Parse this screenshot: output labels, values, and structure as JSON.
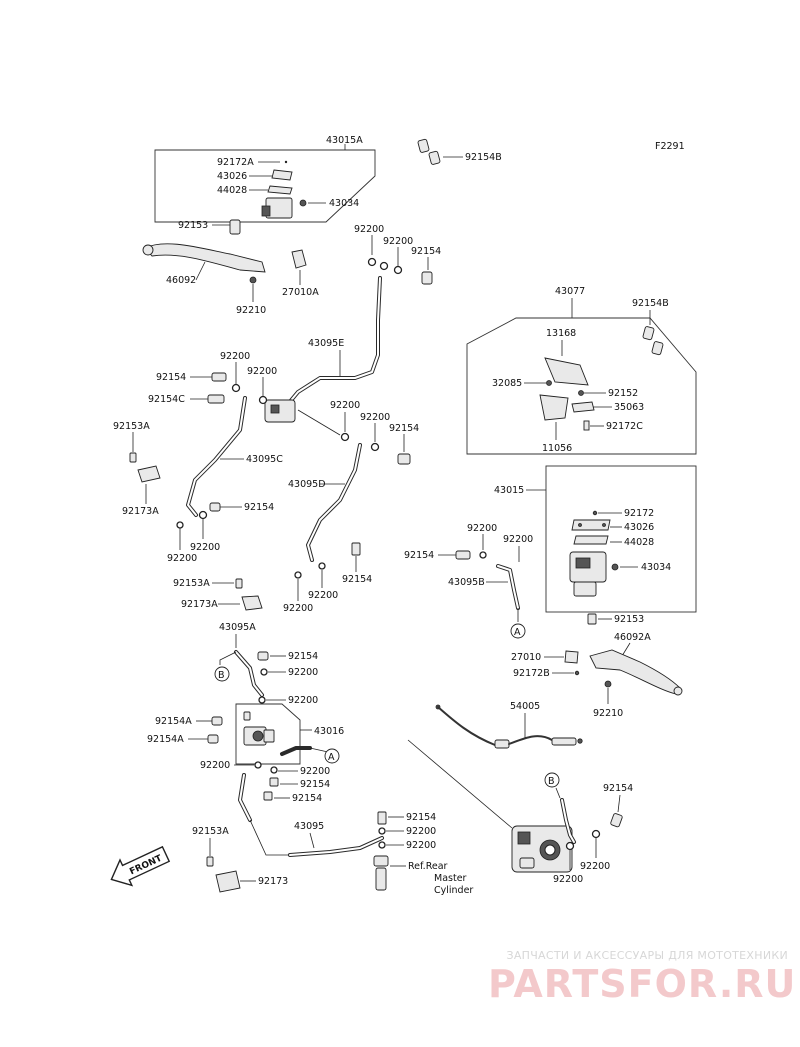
{
  "figure_code": "F2291",
  "front_label": "FRONT",
  "labels": {
    "p43015A": "43015A",
    "p92172A": "92172A",
    "p43026_1": "43026",
    "p44028_1": "44028",
    "p43034_1": "43034",
    "p92154B_1": "92154B",
    "p92153_1": "92153",
    "p46092": "46092",
    "p92210_1": "92210",
    "p27010A": "27010A",
    "p92200_a": "92200",
    "p92200_b": "92200",
    "p92154_a": "92154",
    "p43095E": "43095E",
    "p92200_c": "92200",
    "p92200_d": "92200",
    "p92154_b": "92154",
    "p92154C": "92154C",
    "p92153A_1": "92153A",
    "p92173A_1": "92173A",
    "p43095C": "43095C",
    "p92200_e": "92200",
    "p92200_f": "92200",
    "p92154_c": "92154",
    "p92200_g": "92200",
    "p92200_h": "92200",
    "p92154_d": "92154",
    "p43095D": "43095D",
    "p92200_i": "92200",
    "p92154_e": "92154",
    "p92200_j": "92200",
    "p43077": "43077",
    "p92154B_2": "92154B",
    "p13168": "13168",
    "p32085": "32085",
    "p92152": "92152",
    "p35063": "35063",
    "p92172C": "92172C",
    "p11056": "11056",
    "p43015": "43015",
    "p92172": "92172",
    "p43026_2": "43026",
    "p44028_2": "44028",
    "p43034_2": "43034",
    "p92200_k": "92200",
    "p92200_l": "92200",
    "p92154_f": "92154",
    "p43095B": "43095B",
    "p92153_2": "92153",
    "p46092A": "46092A",
    "p27010": "27010",
    "p92172B": "92172B",
    "p92210_2": "92210",
    "p92153A_2": "92153A",
    "p92173A_2": "92173A",
    "p43095A": "43095A",
    "p92154_g": "92154",
    "p92200_m": "92200",
    "p92200_n": "92200",
    "p92154A_1": "92154A",
    "p92154A_2": "92154A",
    "p43016": "43016",
    "p92200_o": "92200",
    "p92200_p": "92200",
    "p92154_h": "92154",
    "p92154_i": "92154",
    "p54005": "54005",
    "p92154_j": "92154",
    "p92200_q": "92200",
    "p92200_r": "92200",
    "p92200_s": "92200",
    "p92200_t": "92200",
    "p92153A_3": "92153A",
    "p43095": "43095",
    "p92173": "92173",
    "p92154_k": "92154",
    "ref_line1": "Ref.Rear",
    "ref_line2": "Master",
    "ref_line3": "Cylinder"
  },
  "callouts": {
    "A1": "A",
    "A2": "A",
    "B1": "B",
    "B2": "B"
  },
  "watermark": {
    "tagline": "ЗАПЧАСТИ И АКСЕССУАРЫ ДЛЯ МОТОТЕХНИКИ",
    "logo": "PARTSFOR.RU"
  }
}
